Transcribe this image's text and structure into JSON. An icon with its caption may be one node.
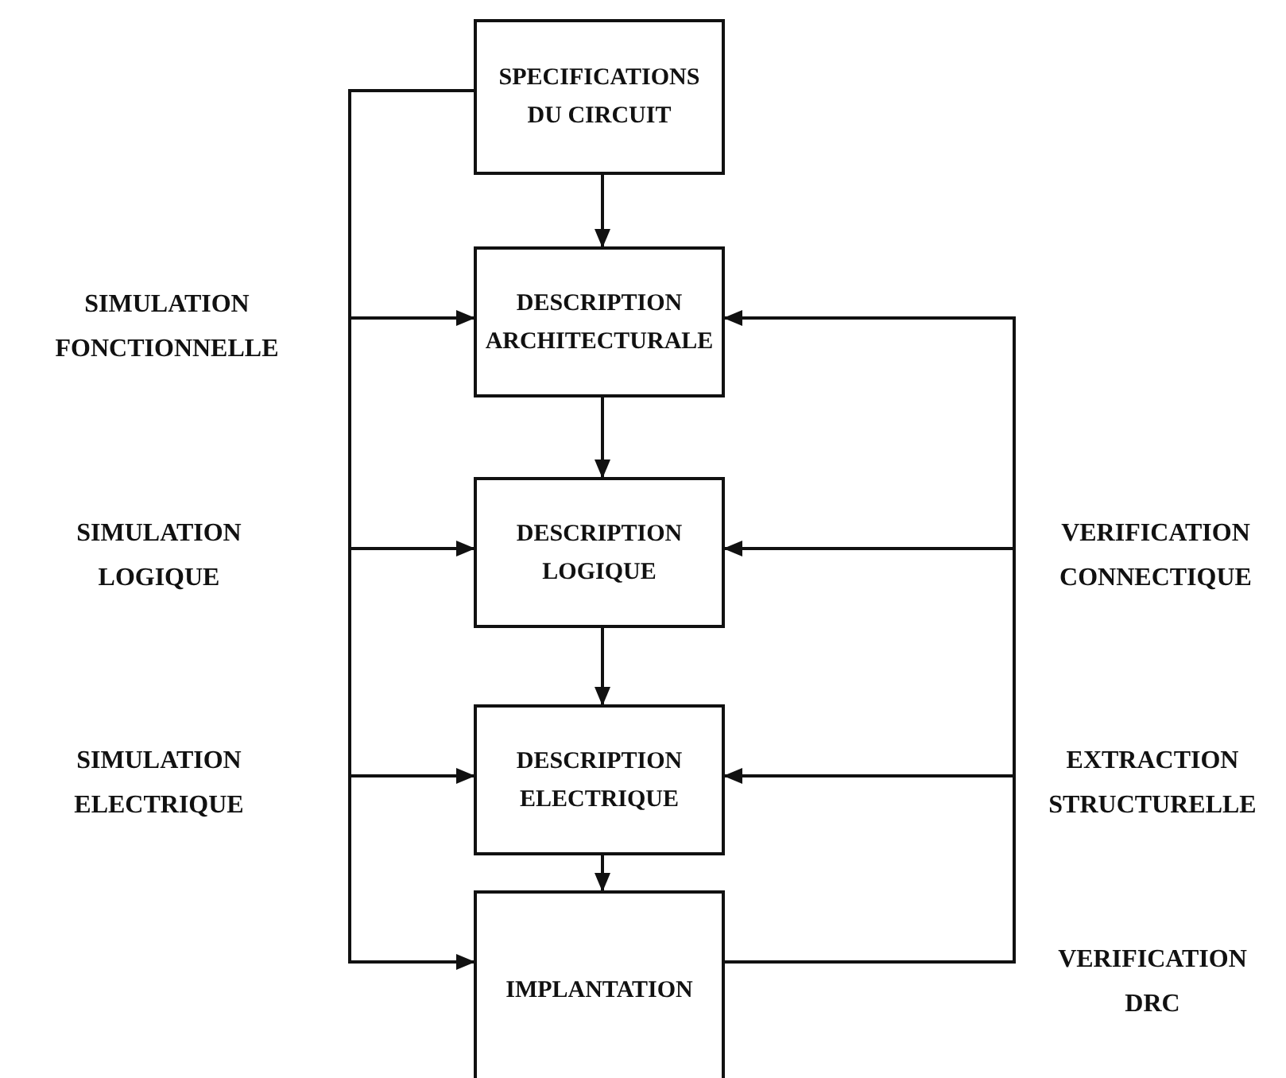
{
  "diagram": {
    "nodes": [
      {
        "text": [
          "SPECIFICATIONS DU CIRCUIT"
        ]
      },
      {
        "text": [
          "DESCRIPTION ARCHITECTURALE"
        ]
      },
      {
        "text": [
          "DESCRIPTION LOGIQUE"
        ]
      },
      {
        "text": [
          "DESCRIPTION ELECTRIQUE"
        ]
      },
      {
        "text": [
          "IMPLANTATION"
        ]
      }
    ],
    "edges": [
      {
        "from": 0,
        "to": 1,
        "arrow": "to"
      },
      {
        "from": 1,
        "to": 2,
        "arrow": "to"
      },
      {
        "from": 2,
        "to": 3,
        "arrow": "to"
      },
      {
        "from": 3,
        "to": 4,
        "arrow": "to"
      },
      {
        "from": 0,
        "to": 1,
        "arrow": "to"
      },
      {
        "from": 0,
        "to": 2,
        "arrow": "to"
      },
      {
        "from": 0,
        "to": 3,
        "arrow": "to"
      },
      {
        "from": 0,
        "to": 4,
        "arrow": "to"
      },
      {
        "from": 4,
        "to": 3,
        "arrow": "to"
      },
      {
        "from": 4,
        "to": 2,
        "arrow": "to"
      },
      {
        "from": 4,
        "to": 1,
        "arrow": "to"
      }
    ],
    "labels": [
      "SIMULATION FONCTIONNELLE",
      "SIMULATION LOGIQUE",
      "SIMULATION ELECTRIQUE",
      "VERIFICATION CONNECTIQUE",
      "EXTRACTION STRUCTURELLE",
      "VERIFICATION DRC"
    ]
  }
}
